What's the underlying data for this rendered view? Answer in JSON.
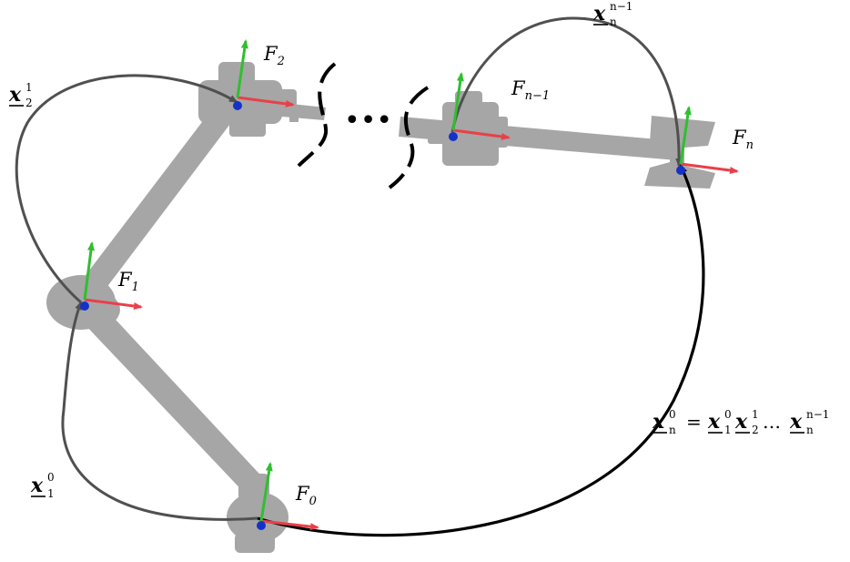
{
  "colors": {
    "link": "#a6a6a6",
    "curve": "#505050",
    "curve_total": "#000000",
    "axis_x": "#e8404a",
    "axis_y": "#2fbf2f",
    "origin": "#1432c8",
    "background": "#ffffff"
  },
  "frames": {
    "f0": {
      "symbol": "F",
      "subscript": "0"
    },
    "f1": {
      "symbol": "F",
      "subscript": "1"
    },
    "f2": {
      "symbol": "F",
      "subscript": "2"
    },
    "fn1": {
      "symbol": "F",
      "subscript": "n−1"
    },
    "fn": {
      "symbol": "F",
      "subscript": "n"
    }
  },
  "transforms": {
    "x01": {
      "base": "x",
      "sup": "0",
      "sub": "1"
    },
    "x12": {
      "base": "x",
      "sup": "1",
      "sub": "2"
    },
    "xn1n": {
      "base": "x",
      "sup": "n−1",
      "sub": "n"
    },
    "equation": {
      "lhs_base": "x",
      "lhs_sup": "0",
      "lhs_sub": "n",
      "eq": "=",
      "t1_base": "x",
      "t1_sup": "0",
      "t1_sub": "1",
      "t2_base": "x",
      "t2_sup": "1",
      "t2_sub": "2",
      "dots": "…",
      "t3_base": "x",
      "t3_sup": "n−1",
      "t3_sub": "n"
    }
  },
  "ellipsis": "•••"
}
